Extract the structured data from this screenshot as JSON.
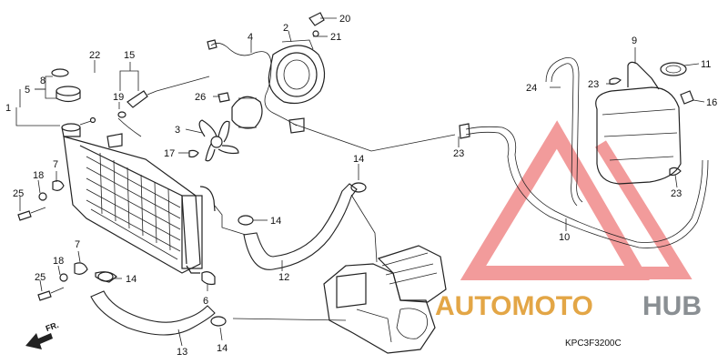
{
  "diagram": {
    "catalog_code": "KPC3F3200C",
    "direction_label": "FR.",
    "watermark": {
      "part1": "AUTOMOTO",
      "part2": "HUB",
      "color_primary": "#e3a646",
      "color_secondary": "#8a8f93",
      "logo_color": "#e84b4b"
    },
    "callouts": [
      {
        "id": "c1",
        "text": "1"
      },
      {
        "id": "c2",
        "text": "2"
      },
      {
        "id": "c3",
        "text": "3"
      },
      {
        "id": "c4",
        "text": "4"
      },
      {
        "id": "c5",
        "text": "5"
      },
      {
        "id": "c6",
        "text": "6"
      },
      {
        "id": "c7a",
        "text": "7"
      },
      {
        "id": "c7b",
        "text": "7"
      },
      {
        "id": "c8",
        "text": "8"
      },
      {
        "id": "c9",
        "text": "9"
      },
      {
        "id": "c10",
        "text": "10"
      },
      {
        "id": "c11",
        "text": "11"
      },
      {
        "id": "c12",
        "text": "12"
      },
      {
        "id": "c13",
        "text": "13"
      },
      {
        "id": "c14a",
        "text": "14"
      },
      {
        "id": "c14b",
        "text": "14"
      },
      {
        "id": "c14c",
        "text": "14"
      },
      {
        "id": "c14d",
        "text": "14"
      },
      {
        "id": "c15",
        "text": "15"
      },
      {
        "id": "c16",
        "text": "16"
      },
      {
        "id": "c17",
        "text": "17"
      },
      {
        "id": "c18a",
        "text": "18"
      },
      {
        "id": "c18b",
        "text": "18"
      },
      {
        "id": "c19",
        "text": "19"
      },
      {
        "id": "c20",
        "text": "20"
      },
      {
        "id": "c21",
        "text": "21"
      },
      {
        "id": "c22",
        "text": "22"
      },
      {
        "id": "c23a",
        "text": "23"
      },
      {
        "id": "c23b",
        "text": "23"
      },
      {
        "id": "c23c",
        "text": "23"
      },
      {
        "id": "c24",
        "text": "24"
      },
      {
        "id": "c25a",
        "text": "25"
      },
      {
        "id": "c25b",
        "text": "25"
      },
      {
        "id": "c26",
        "text": "26"
      }
    ]
  }
}
